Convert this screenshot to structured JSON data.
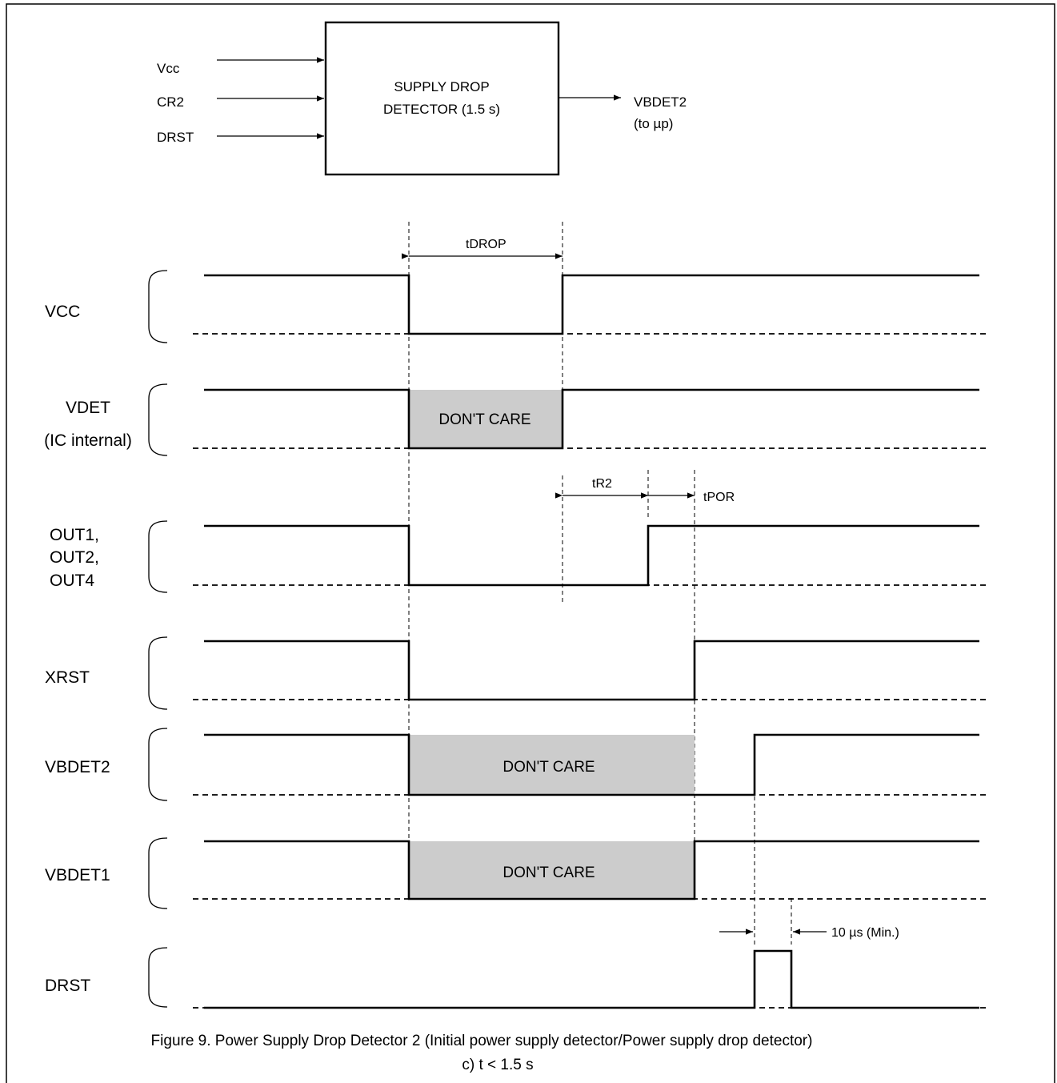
{
  "block": {
    "title_line1": "SUPPLY DROP",
    "title_line2": "DETECTOR (1.5 s)",
    "inputs": [
      "Vcc",
      "CR2",
      "DRST"
    ],
    "output_line1": "VBDET2",
    "output_line2": "(to µp)"
  },
  "signals": {
    "vcc": "VCC",
    "vdet_line1": "VDET",
    "vdet_line2": "(IC internal)",
    "out_line1": "OUT1,",
    "out_line2": "OUT2,",
    "out_line3": "OUT4",
    "xrst": "XRST",
    "vbdet2": "VBDET2",
    "vbdet1": "VBDET1",
    "drst": "DRST"
  },
  "timings": {
    "tdrop": "tDROP",
    "tr2": "tR2",
    "tpor": "tPOR",
    "pulse_min": "10 µs (Min.)"
  },
  "dont_care": "DON'T CARE",
  "caption": {
    "line1": "Figure 9. Power Supply Drop Detector 2 (Initial power supply detector/Power supply drop detector)",
    "line2": "c) t < 1.5 s"
  }
}
